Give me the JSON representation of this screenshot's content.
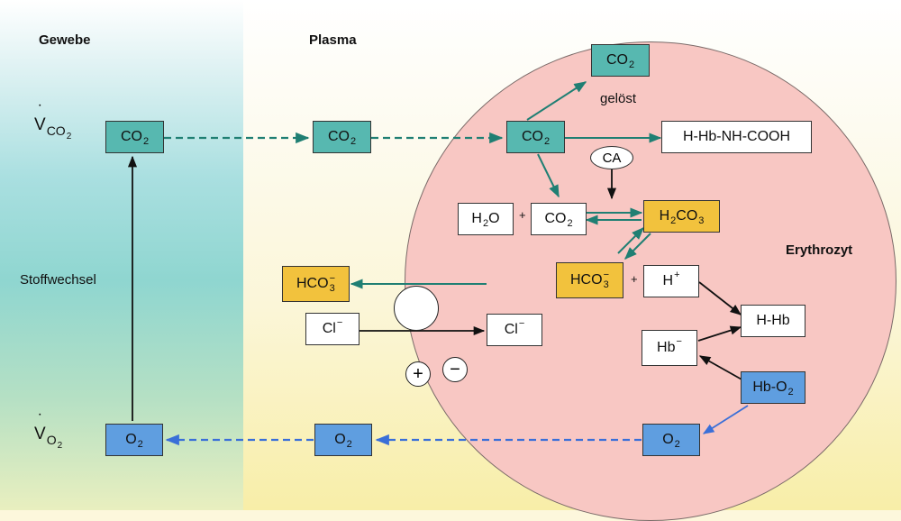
{
  "labels": {
    "gewebe": "Gewebe",
    "plasma": "Plasma",
    "stoffwechsel": "Stoffwechsel",
    "geloest": "gelöst",
    "erythrozyt": "Erythrozyt",
    "ca": "CA",
    "plus": "+",
    "minus": "−",
    "vco2": {
      "base": "V",
      "dot": "˙",
      "sub_main": "CO",
      "sub_sub": "2"
    },
    "vo2": {
      "base": "V",
      "dot": "˙",
      "sub_main": "O",
      "sub_sub": "2"
    }
  },
  "boxes": {
    "co2_tissue": {
      "main": "CO",
      "sub": "2"
    },
    "co2_plasma": {
      "main": "CO",
      "sub": "2"
    },
    "co2_dissolved": {
      "main": "CO",
      "sub": "2"
    },
    "co2_cell": {
      "main": "CO",
      "sub": "2"
    },
    "carbamino": {
      "main": "H-Hb-NH-COOH"
    },
    "h2o": {
      "main": "H",
      "sub": "2",
      "tail": "O"
    },
    "co2_reaction": {
      "main": "CO",
      "sub": "2"
    },
    "h2co3": {
      "main": "H",
      "sub": "2",
      "tail": "CO",
      "sub2": "3"
    },
    "hco3_cell": {
      "main": "HCO",
      "sup": "−",
      "sub": "3"
    },
    "hco3_plasma": {
      "main": "HCO",
      "sup": "−",
      "sub": "3"
    },
    "h_plus": {
      "main": "H",
      "sup": "+"
    },
    "cl_plasma": {
      "main": "Cl",
      "sup": "−"
    },
    "cl_cell": {
      "main": "Cl",
      "sup": "−"
    },
    "h_hb": {
      "main": "H-Hb"
    },
    "hb_minus": {
      "main": "Hb",
      "sup": "−"
    },
    "hb_o2": {
      "main": "Hb-O",
      "sub": "2"
    },
    "o2_cell": {
      "main": "O",
      "sub": "2"
    },
    "o2_plasma": {
      "main": "O",
      "sub": "2"
    },
    "o2_tissue": {
      "main": "O",
      "sub": "2"
    }
  },
  "colors": {
    "teal": "#57b8b0",
    "orange": "#f2c23d",
    "blue": "#5f9ee0",
    "erythrocyte": "#f8c7c3",
    "teal_arrow": "#1f7f73",
    "blue_arrow": "#3a6fd8"
  }
}
